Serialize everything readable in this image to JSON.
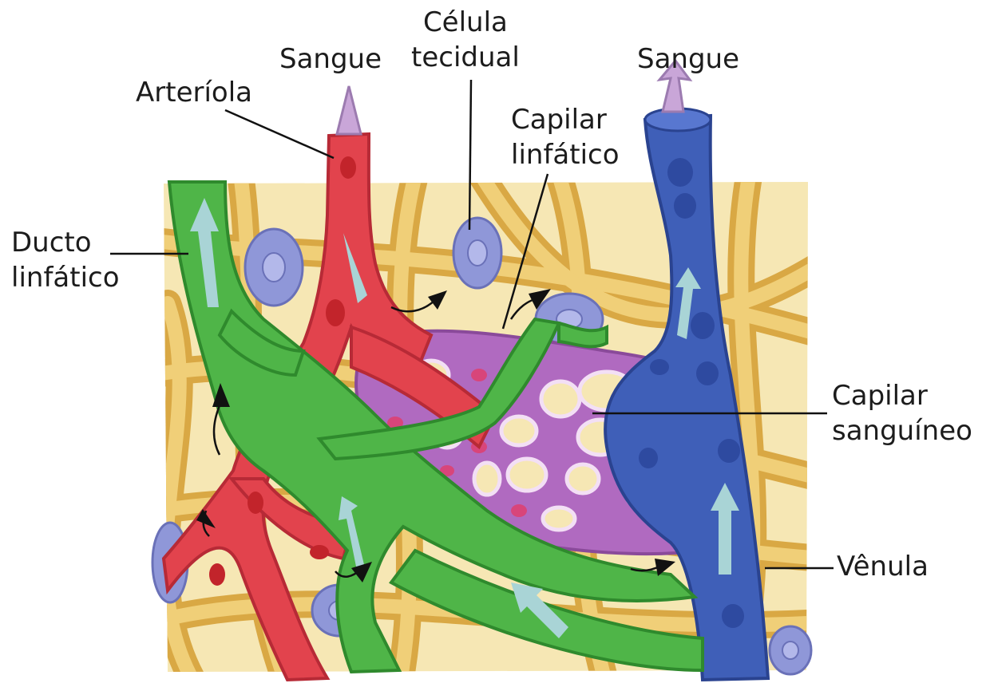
{
  "labels": {
    "sangue_left": "Sangue",
    "celula_line1": "Célula",
    "celula_line2": "tecidual",
    "sangue_right": "Sangue",
    "arteriola": "Arteríola",
    "capilar_linf_line1": "Capilar",
    "capilar_linf_line2": "linfático",
    "ducto_line1": "Ducto",
    "ducto_line2": "linfático",
    "capilar_sang_line1": "Capilar",
    "capilar_sang_line2": "sanguíneo",
    "venula": "Vênula"
  },
  "colors": {
    "background_tissue": "#f6e7b4",
    "collagen_fiber": "#e6bf5c",
    "arteriole": "#e2434d",
    "venule": "#3f5fb8",
    "blood_capillary": "#b06ac0",
    "lymphatic": "#4fb548",
    "tissue_cell": "#8f97d8",
    "flow_arrow": "#a9d4d6",
    "blood_exit_arrow": "#c9a6d8"
  }
}
